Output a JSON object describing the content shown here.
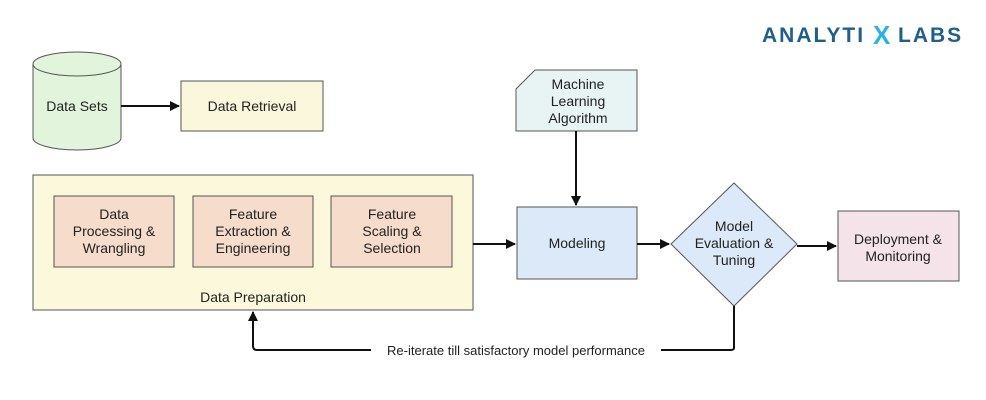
{
  "logo": {
    "part1": "ANALYTI",
    "x_letter": "X",
    "part2": "LABS",
    "text_color": "#1f5f8b",
    "x_color": "#2bb3e3"
  },
  "nodes": {
    "data_sets": "Data Sets",
    "data_retrieval": "Data Retrieval",
    "machine_learning_algorithm": [
      "Machine",
      "Learning",
      "Algorithm"
    ],
    "data_processing": [
      "Data",
      "Processing &",
      "Wrangling"
    ],
    "feature_extraction": [
      "Feature",
      "Extraction &",
      "Engineering"
    ],
    "feature_scaling": [
      "Feature",
      "Scaling &",
      "Selection"
    ],
    "data_preparation": "Data Preparation",
    "modeling": "Modeling",
    "model_evaluation": [
      "Model",
      "Evaluation &",
      "Tuning"
    ],
    "deployment": [
      "Deployment &",
      "Monitoring"
    ]
  },
  "feedback_label": "Re-iterate till satisfactory model performance",
  "colors": {
    "cylinder_fill": "#e3f4dc",
    "retrieval_fill": "#fbf7dc",
    "prep_fill": "#fcf8dc",
    "step_fill": "#f5dccb",
    "blue_fill": "#dce9f8",
    "doc_fill": "#e8f4f4",
    "deploy_fill": "#f5e3ea",
    "stroke": "#555555",
    "arrow": "#111111"
  }
}
